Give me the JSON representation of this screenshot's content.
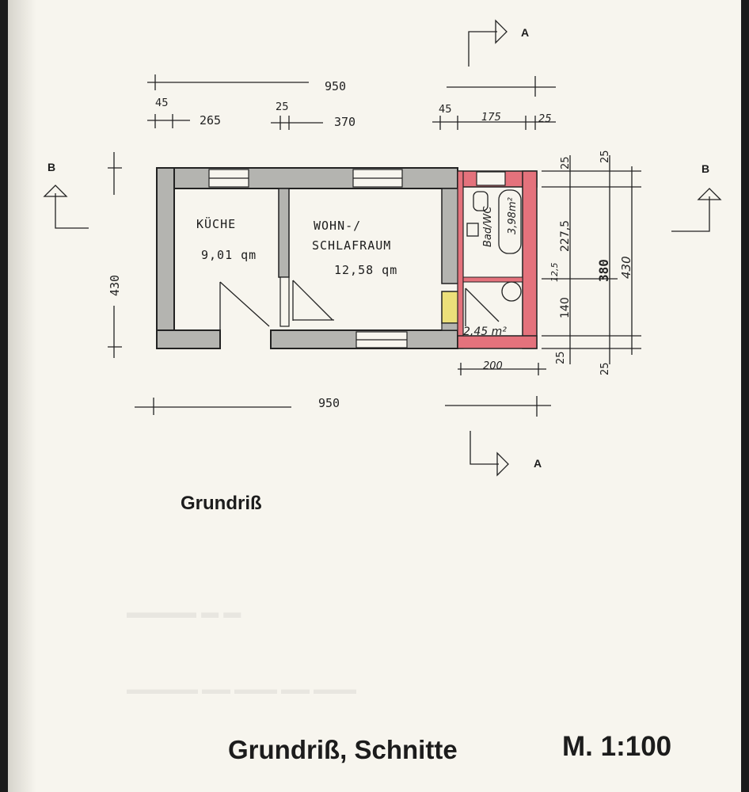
{
  "plan": {
    "rooms": {
      "kitchen": {
        "name": "KÜCHE",
        "area": "9,01 qm"
      },
      "living": {
        "line1": "WOHN-/",
        "line2": "SCHLAFRAUM",
        "area": "12,58 qm"
      },
      "bath": {
        "name": "Bad/WC",
        "area": "3,98m²"
      },
      "hall": {
        "area": "2,45 m²"
      }
    },
    "dimensions": {
      "top_total": "950",
      "bottom_total": "950",
      "kitchen_wall": "45",
      "kitchen_width": "265",
      "inner_wall": "25",
      "living_width": "370",
      "bath_wall": "45",
      "bath_width": "175",
      "bath_outer": "25",
      "left_height": "430",
      "right_top_wall": "25",
      "right_bath_height": "227,5",
      "right_inner_wall": "12,5",
      "right_hall_height": "140",
      "right_bottom_wall": "25",
      "right_inner_total": "380",
      "right_total": "430",
      "right_outer_top": "25",
      "right_outer_bottom": "25",
      "hall_width": "200"
    },
    "section_markers": {
      "a": "A",
      "b": "B"
    },
    "colors": {
      "wall": "#b4b4b0",
      "bath_wall": "#e4727c",
      "chimney": "#ece07a",
      "line": "#222222"
    }
  },
  "caption": "Grundriß",
  "footer": {
    "title": "Grundriß, Schnitte",
    "scale": "M. 1:100"
  }
}
